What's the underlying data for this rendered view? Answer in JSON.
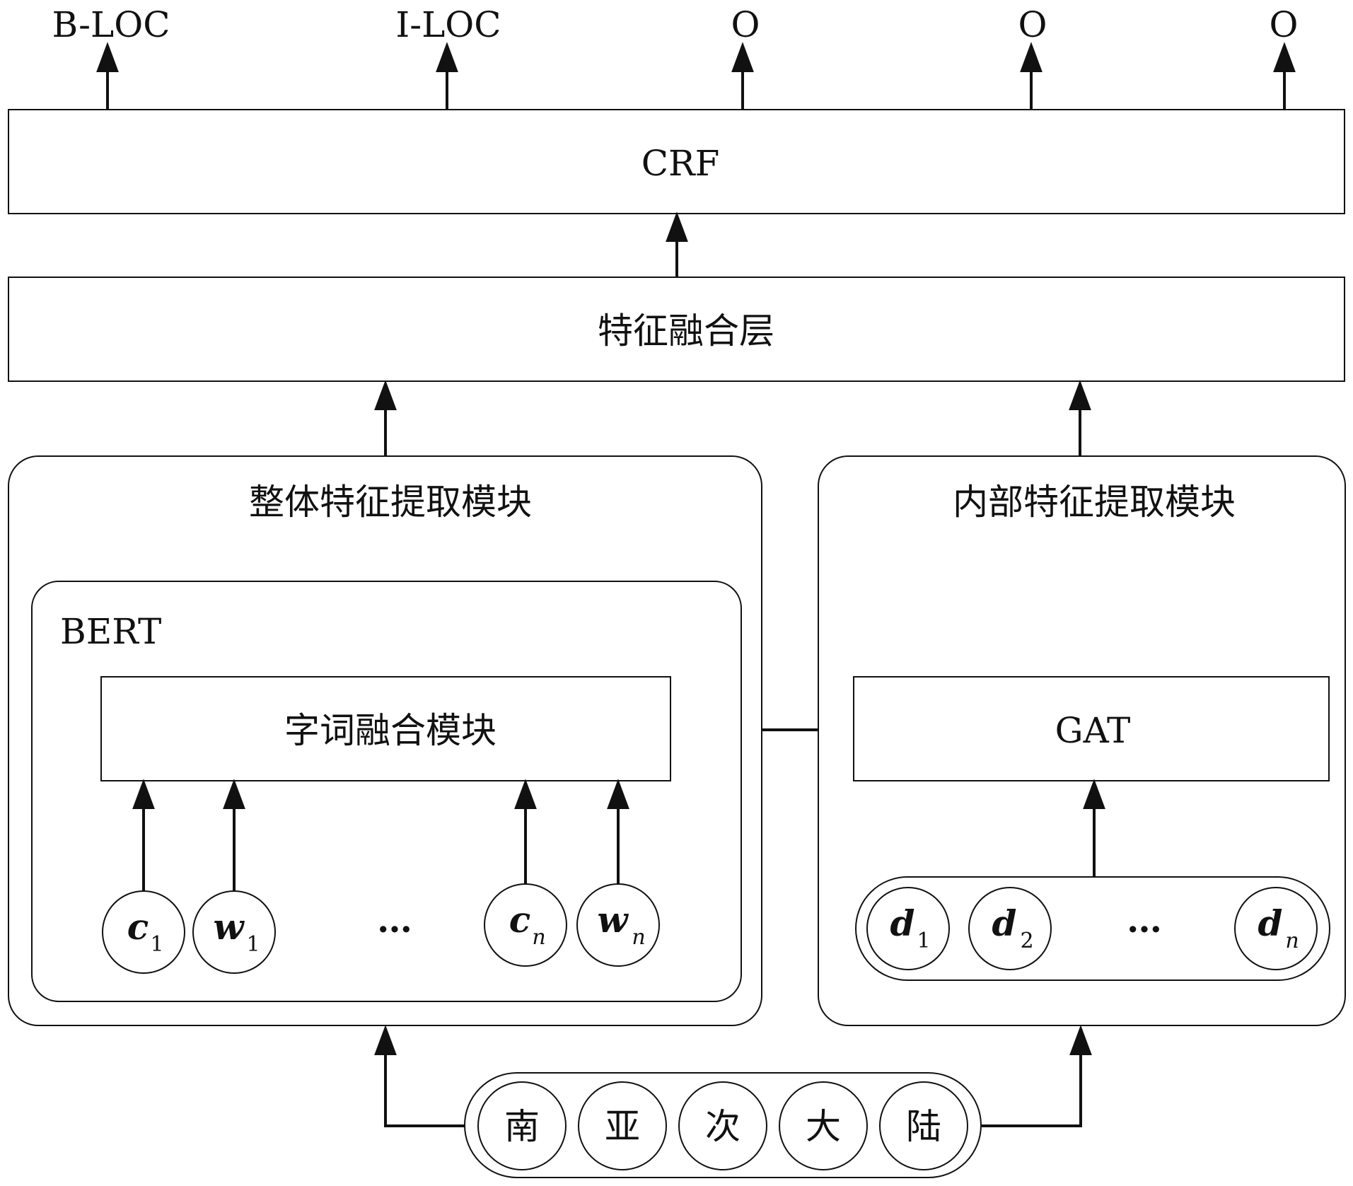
{
  "output_tags": [
    "B-LOC",
    "I-LOC",
    "O",
    "O",
    "O"
  ],
  "crf_label": "CRF",
  "fusion_layer_label": "特征融合层",
  "global_module": {
    "title": "整体特征提取模块",
    "bert_label": "BERT",
    "word_char_fusion_label": "字词融合模块",
    "tokens": [
      {
        "base": "c",
        "sub": "1"
      },
      {
        "base": "w",
        "sub": "1"
      },
      {
        "base": "c",
        "sub": "n"
      },
      {
        "base": "w",
        "sub": "n"
      }
    ],
    "ellipsis": "…"
  },
  "internal_module": {
    "title": "内部特征提取模块",
    "gat_label": "GAT",
    "tokens": [
      {
        "base": "d",
        "sub": "1"
      },
      {
        "base": "d",
        "sub": "2"
      },
      {
        "base": "d",
        "sub": "n"
      }
    ],
    "ellipsis": "…"
  },
  "input_chars": [
    "南",
    "亚",
    "次",
    "大",
    "陆"
  ],
  "colors": {
    "stroke": "#111111",
    "fill": "#ffffff",
    "text": "#111111"
  }
}
